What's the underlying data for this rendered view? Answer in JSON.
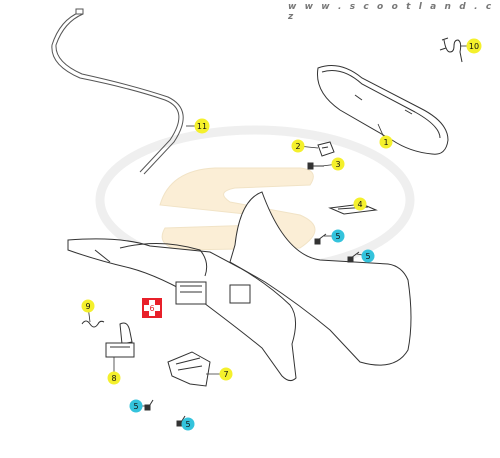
{
  "watermark": "w w w . s c o o t l a n d . c z",
  "colors": {
    "callout_yellow": "#f4f02c",
    "callout_cyan": "#34c3dc",
    "callout_red": "#e8202a",
    "line": "#333333",
    "logo_fill": "#fbeed6",
    "logo_ring": "#eeeeee"
  },
  "callouts": [
    {
      "id": "c1",
      "label": "1",
      "color": "yellow"
    },
    {
      "id": "c2",
      "label": "2",
      "color": "yellow"
    },
    {
      "id": "c3",
      "label": "3",
      "color": "yellow"
    },
    {
      "id": "c4",
      "label": "4",
      "color": "yellow"
    },
    {
      "id": "c5a",
      "label": "5",
      "color": "cyan"
    },
    {
      "id": "c5b",
      "label": "5",
      "color": "cyan"
    },
    {
      "id": "c5c",
      "label": "5",
      "color": "cyan"
    },
    {
      "id": "c5d",
      "label": "5",
      "color": "cyan"
    },
    {
      "id": "c6",
      "label": "6",
      "color": "red"
    },
    {
      "id": "c7",
      "label": "7",
      "color": "yellow"
    },
    {
      "id": "c8",
      "label": "8",
      "color": "yellow"
    },
    {
      "id": "c9",
      "label": "9",
      "color": "yellow"
    },
    {
      "id": "c10",
      "label": "10",
      "color": "yellow"
    },
    {
      "id": "c11",
      "label": "11",
      "color": "yellow"
    }
  ]
}
